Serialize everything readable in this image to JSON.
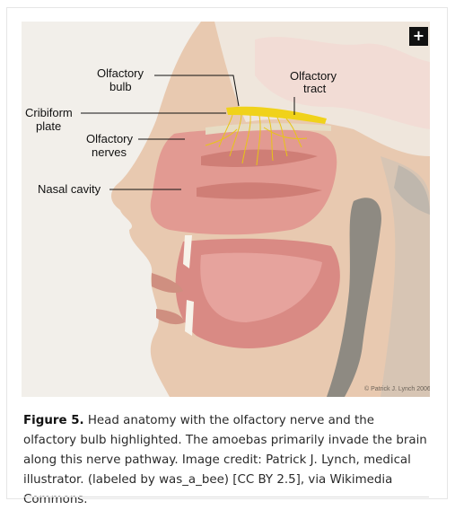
{
  "figure": {
    "labels": {
      "olfactory_bulb_1": "Olfactory",
      "olfactory_bulb_2": "bulb",
      "olfactory_tract_1": "Olfactory",
      "olfactory_tract_2": "tract",
      "cribiform_1": "Cribiform",
      "cribiform_2": "plate",
      "olfactory_nerves_1": "Olfactory",
      "olfactory_nerves_2": "nerves",
      "nasal_cavity": "Nasal cavity"
    },
    "watermark": "© Patrick J. Lynch 2006",
    "expand_icon": "+",
    "expand_icon_name": "plus-icon"
  },
  "caption": {
    "label": "Figure 5.",
    "text": " Head anatomy with the olfactory nerve and the olfactory bulb highlighted. The amoebas primarily invade the brain along this nerve pathway. Image credit: Patrick J. Lynch, medical illustrator. (labeled by was_a_bee) [CC BY 2.5], via Wikimedia Commons."
  },
  "colors": {
    "nerve": "#f0d21a",
    "tissue": "#d98a84",
    "skin": "#e8c7ad",
    "bone": "#e9dfc9"
  }
}
